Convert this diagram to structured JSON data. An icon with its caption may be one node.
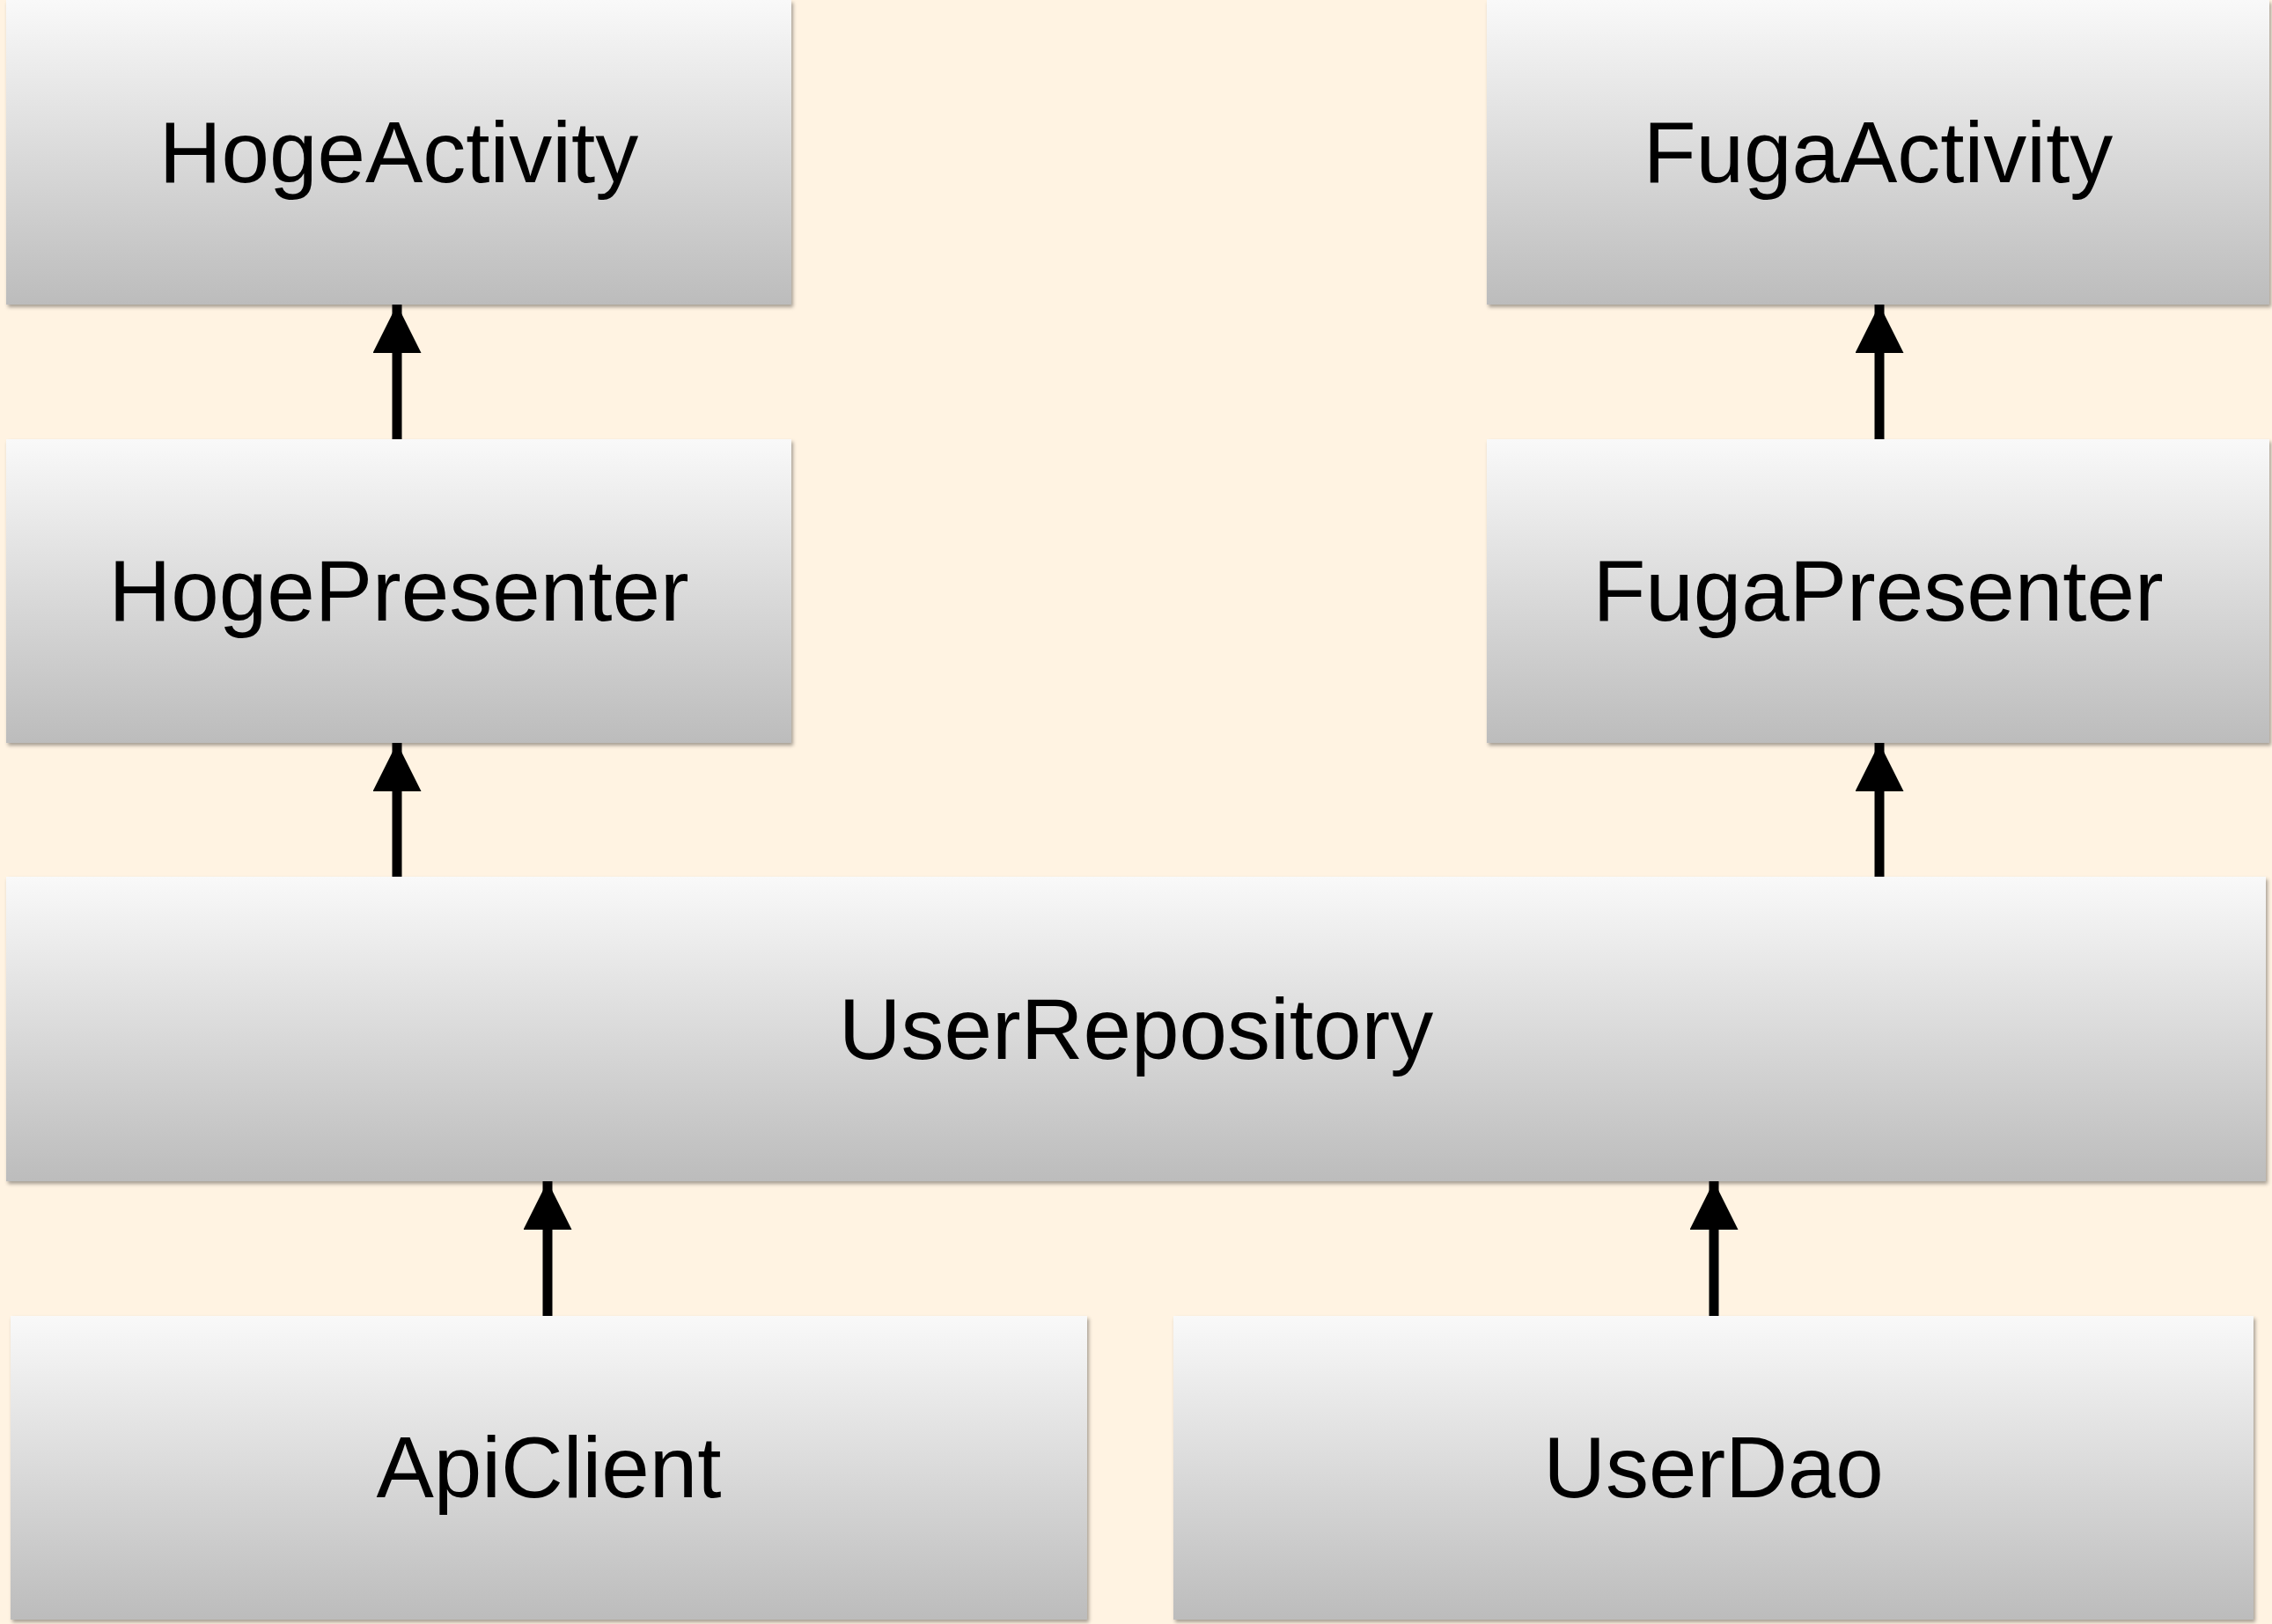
{
  "diagram": {
    "nodes": [
      {
        "text": [
          "HogeActivity"
        ]
      },
      {
        "text": [
          "FugaActivity"
        ]
      },
      {
        "text": [
          "HogePresenter"
        ]
      },
      {
        "text": [
          "FugaPresenter"
        ]
      },
      {
        "text": [
          "UserRepository"
        ]
      },
      {
        "text": [
          "ApiClient"
        ]
      },
      {
        "text": [
          "UserDao"
        ]
      }
    ],
    "edges": [
      {
        "from": 2,
        "to": 0,
        "arrow": "to"
      },
      {
        "from": 3,
        "to": 1,
        "arrow": "to"
      },
      {
        "from": 4,
        "to": 2,
        "arrow": "to"
      },
      {
        "from": 4,
        "to": 3,
        "arrow": "to"
      },
      {
        "from": 5,
        "to": 4,
        "arrow": "to"
      },
      {
        "from": 6,
        "to": 4,
        "arrow": "to"
      }
    ]
  }
}
